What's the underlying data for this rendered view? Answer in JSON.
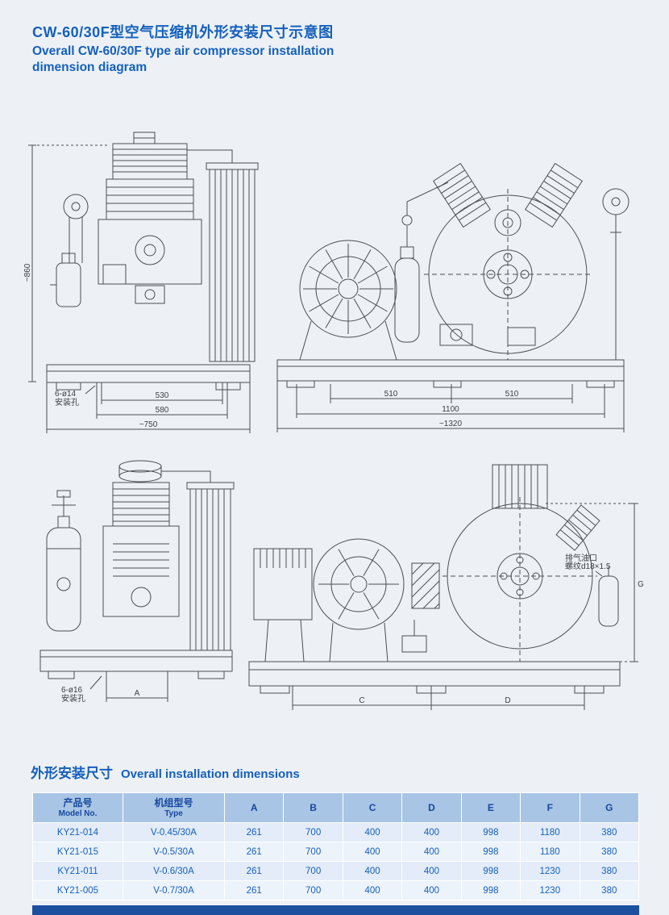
{
  "theme": {
    "page_bg": "#edf1f6",
    "accent_blue": "#1560bd",
    "table_header_bg": "#a9c5e5",
    "table_row_bg": "#e3ecf8",
    "table_row_alt_bg": "#edf3fb",
    "footer_band_bg": "#1d4f9f",
    "drawing_line": "#4b4e53"
  },
  "header": {
    "title_zh": "CW-60/30F型空气压缩机外形安装尺寸示意图",
    "title_en_line1": "Overall CW-60/30F type air compressor installation",
    "title_en_line2": "dimension diagram"
  },
  "drawings": {
    "front_view": {
      "height_dim": "~860",
      "holes": "6-ø14",
      "holes_label": "安装孔",
      "width_inner": "530",
      "width_mid": "580",
      "width_overall": "~750"
    },
    "side_view": {
      "bolt_span_left": "510",
      "bolt_span_right": "510",
      "base_width": "1100",
      "overall_width": "~1320"
    },
    "front_view_2": {
      "holes": "6-ø16",
      "holes_label": "安装孔",
      "dim_a": "A"
    },
    "side_view_2": {
      "dim_c": "C",
      "dim_d": "D",
      "dim_g": "G",
      "outlet_label_line1": "排气油口",
      "outlet_label_line2": "螺纹d18×1.5"
    }
  },
  "table": {
    "heading_zh": "外形安装尺寸",
    "heading_en": "Overall installation dimensions",
    "col_model_zh": "产品号",
    "col_model_en": "Model No.",
    "col_type_zh": "机组型号",
    "col_type_en": "Type",
    "dim_cols": [
      "A",
      "B",
      "C",
      "D",
      "E",
      "F",
      "G"
    ],
    "rows": [
      {
        "model": "KY21-014",
        "type": "V-0.45/30A",
        "values": [
          "261",
          "700",
          "400",
          "400",
          "998",
          "1180",
          "380"
        ]
      },
      {
        "model": "KY21-015",
        "type": "V-0.5/30A",
        "values": [
          "261",
          "700",
          "400",
          "400",
          "998",
          "1180",
          "380"
        ]
      },
      {
        "model": "KY21-011",
        "type": "V-0.6/30A",
        "values": [
          "261",
          "700",
          "400",
          "400",
          "998",
          "1230",
          "380"
        ]
      },
      {
        "model": "KY21-005",
        "type": "V-0.7/30A",
        "values": [
          "261",
          "700",
          "400",
          "400",
          "998",
          "1230",
          "380"
        ]
      }
    ]
  }
}
